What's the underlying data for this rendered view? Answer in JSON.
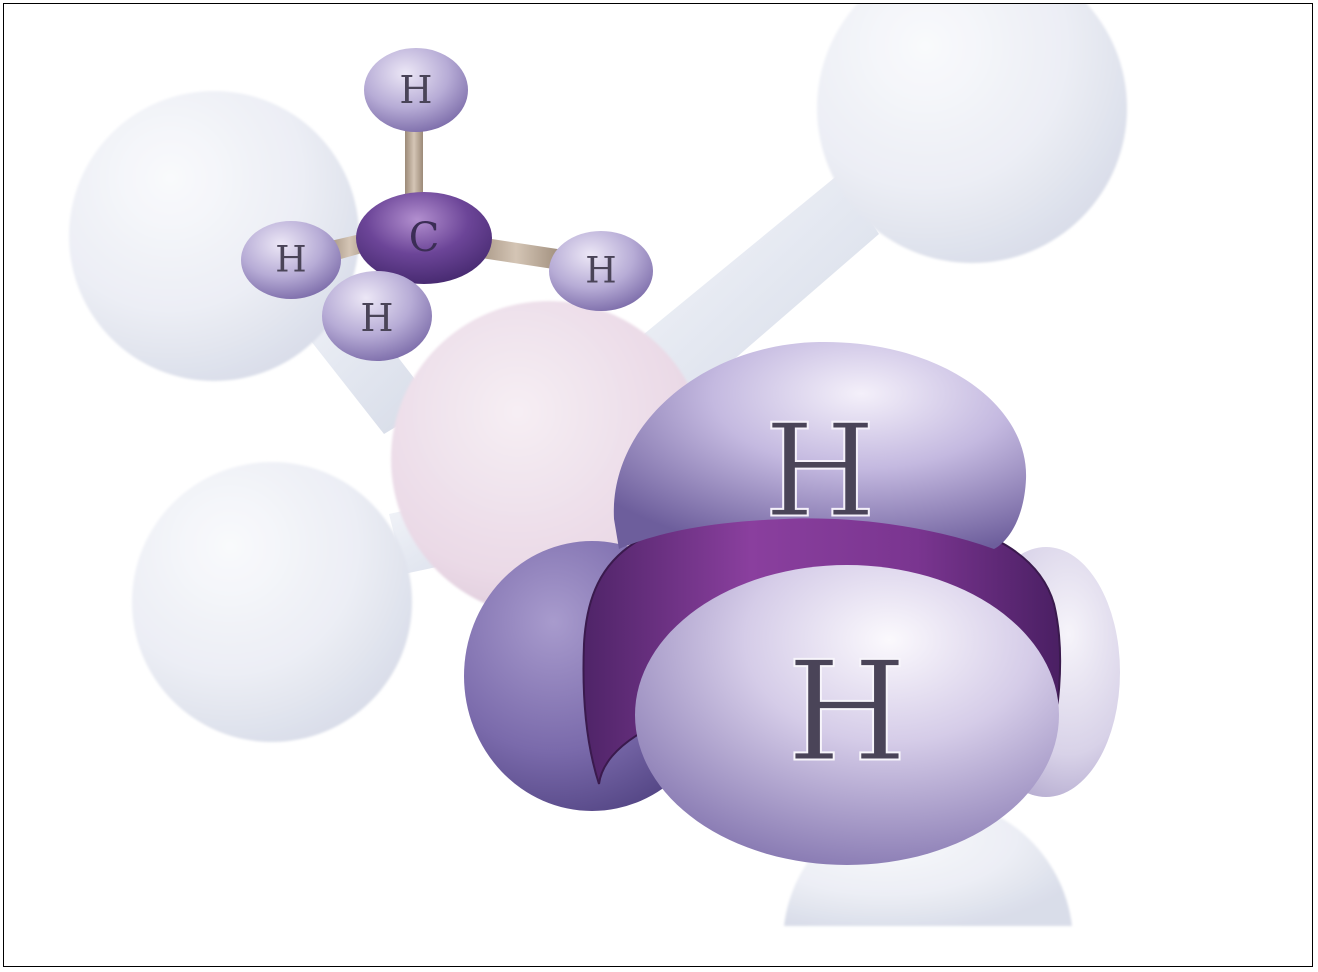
{
  "illustration": {
    "subject": "methane",
    "colors": {
      "background": "#ffffff",
      "border": "#000000",
      "background_atom": "#eceff6",
      "background_bond": "#e8ecf4",
      "background_center_atom": "#eadbe8",
      "small_hydrogen": "#b4a9d2",
      "small_carbon": "#5e3e8c",
      "small_bond": "#b8a694",
      "large_hydrogen": "#b0a5cf",
      "large_carbon": "#7a3c8e",
      "label_text": "#4a4458"
    },
    "small_molecule": {
      "atoms": [
        {
          "id": "c",
          "label": "C"
        },
        {
          "id": "h_top",
          "label": "H"
        },
        {
          "id": "h_left",
          "label": "H"
        },
        {
          "id": "h_bottom",
          "label": "H"
        },
        {
          "id": "h_right",
          "label": "H"
        }
      ]
    },
    "large_molecule": {
      "atoms": [
        {
          "id": "h_upper",
          "label": "H"
        },
        {
          "id": "h_front",
          "label": "H"
        }
      ]
    }
  }
}
